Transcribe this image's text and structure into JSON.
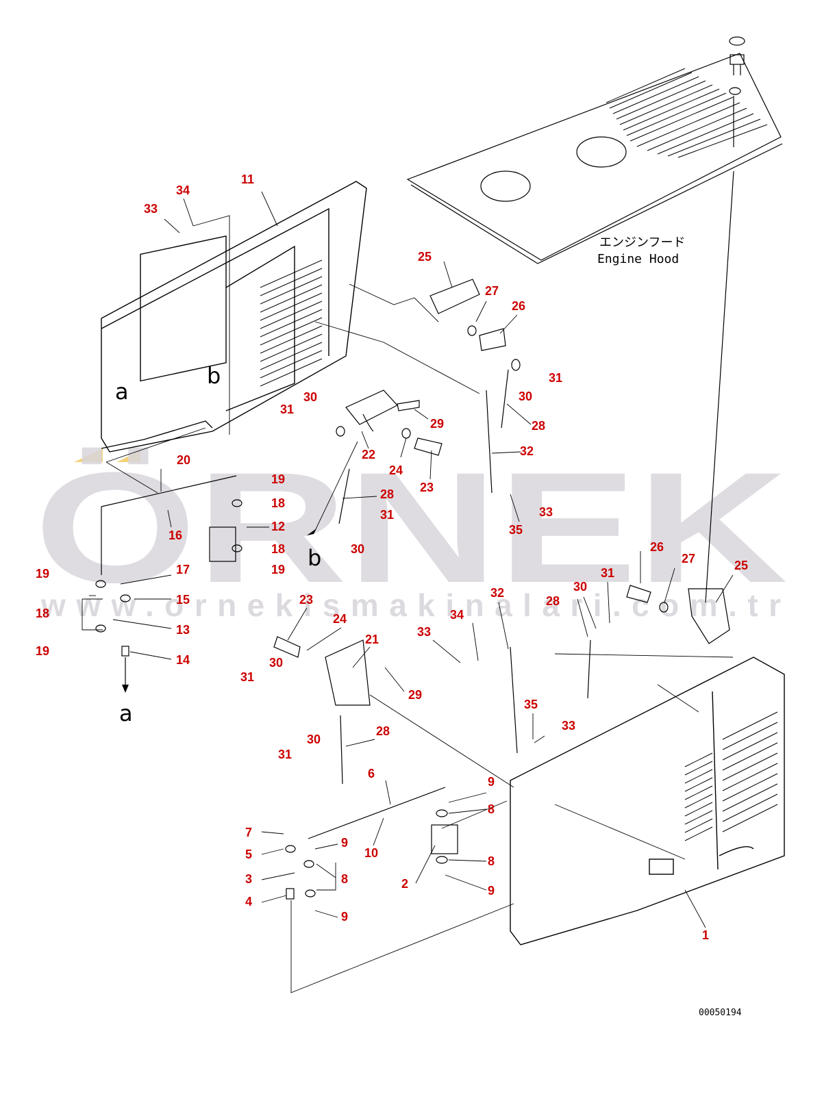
{
  "drawing_number": "00050194",
  "watermark": {
    "brand": "ÖRNEK",
    "url": "www.ornekismakinalari.com.tr",
    "brand_color": "#d9d6dc",
    "accent_color": "#f2d27a"
  },
  "hood_label": {
    "japanese": "エンジンフード",
    "english": "Engine Hood"
  },
  "reference_letters": [
    "a",
    "b"
  ],
  "colors": {
    "callout": "#cc0000",
    "line": "#000000"
  },
  "callouts": [
    "1",
    "2",
    "3",
    "4",
    "5",
    "6",
    "7",
    "8",
    "9",
    "10",
    "11",
    "12",
    "13",
    "14",
    "15",
    "16",
    "17",
    "18",
    "19",
    "20",
    "21",
    "22",
    "23",
    "24",
    "25",
    "26",
    "27",
    "28",
    "29",
    "30",
    "31",
    "32",
    "33",
    "34",
    "35"
  ]
}
